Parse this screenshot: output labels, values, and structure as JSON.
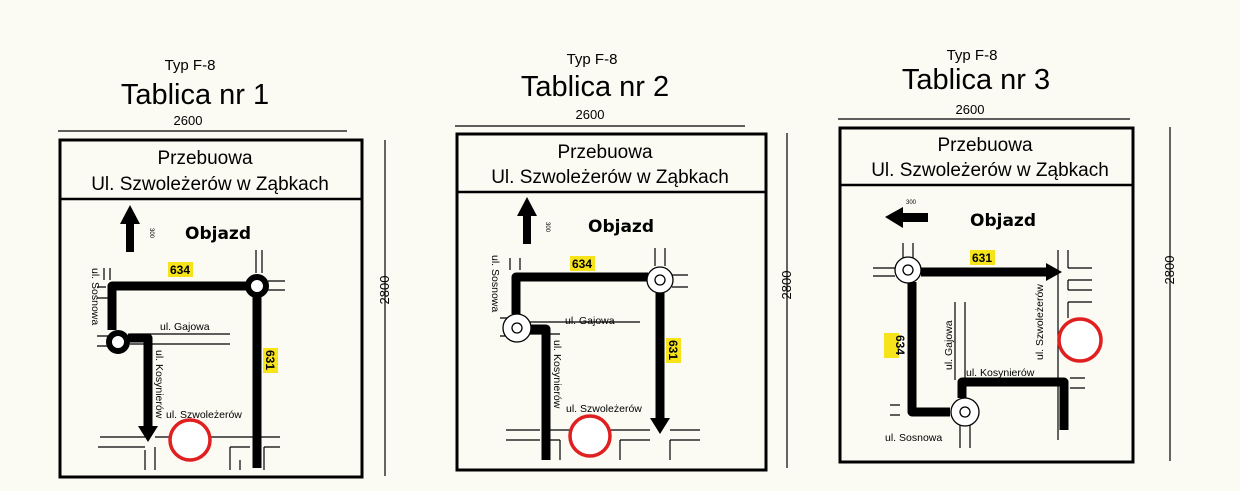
{
  "colors": {
    "route": "#000000",
    "ban_circle": "#e02020",
    "route_tag": "#f6e31a",
    "background": "#fbfbf4"
  },
  "panels": [
    {
      "type": "Typ F-8",
      "title": "Tablica nr 1",
      "width": "2600",
      "height": "2800",
      "header_line1": "Przebuowa",
      "header_line2": "Ul. Szwoleżerów w Ząbkach",
      "detour": "Objazd",
      "arrow_dim": "300",
      "arrow_direction": "up",
      "route_a": "634",
      "route_b": "631",
      "streets": {
        "sosnowa": "ul. Sosnowa",
        "gajowa": "ul. Gajowa",
        "kosynierow": "ul. Kosynierów",
        "szwolezerow": "ul. Szwoleżerów"
      }
    },
    {
      "type": "Typ F-8",
      "title": "Tablica nr 2",
      "width": "2600",
      "height": "2800",
      "header_line1": "Przebuowa",
      "header_line2": "Ul. Szwoleżerów w Ząbkach",
      "detour": "Objazd",
      "arrow_dim": "300",
      "arrow_direction": "up",
      "route_a": "634",
      "route_b": "631",
      "streets": {
        "sosnowa": "ul. Sosnowa",
        "gajowa": "ul. Gajowa",
        "kosynierow": "ul. Kosynierów",
        "szwolezerow": "ul. Szwoleżerów"
      }
    },
    {
      "type": "Typ F-8",
      "title": "Tablica nr 3",
      "width": "2600",
      "height": "2800",
      "header_line1": "Przebuowa",
      "header_line2": "Ul. Szwoleżerów w Ząbkach",
      "detour": "Objazd",
      "arrow_dim": "300",
      "arrow_direction": "left",
      "route_a": "631",
      "route_b": "634",
      "streets": {
        "sosnowa": "ul. Sosnowa",
        "gajowa": "ul. Gajowa",
        "kosynierow": "ul. Kosynierów",
        "szwolezerow": "ul. Szwoleżerów"
      }
    }
  ]
}
